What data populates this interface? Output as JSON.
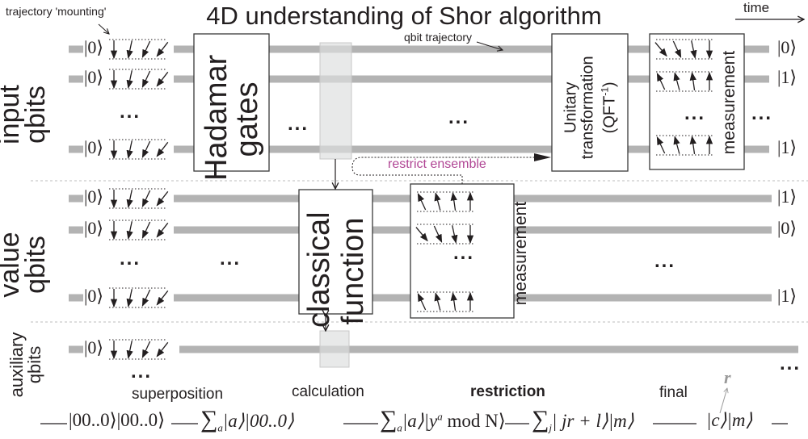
{
  "title": "4D understanding of Shor algorithm",
  "annotations": {
    "time": "time",
    "trajectory_mounting": "trajectory 'mounting'",
    "qbit_trajectory": "qbit trajectory",
    "restrict_ensemble": "restrict ensemble",
    "r_label": "r",
    "ellipsis": "..."
  },
  "registers": {
    "input": {
      "label_line1": "input",
      "label_line2": "qbits",
      "initial": [
        "|0⟩",
        "|0⟩",
        "|0⟩"
      ],
      "final": [
        "|0⟩",
        "|1⟩",
        "|1⟩"
      ]
    },
    "value": {
      "label_line1": "value",
      "label_line2": "qbits",
      "initial": [
        "|0⟩",
        "|0⟩",
        "|0⟩"
      ],
      "final": [
        "|1⟩",
        "|0⟩",
        "|1⟩"
      ]
    },
    "auxiliary": {
      "label_line1": "auxiliary",
      "label_line2": "qbits",
      "initial": [
        "|0⟩"
      ]
    }
  },
  "boxes": {
    "hadamard": {
      "line1": "Hadamar",
      "line2": "gates"
    },
    "classical": {
      "line1": "classical",
      "line2": "function"
    },
    "measurement_value": {
      "label": "measurement"
    },
    "unitary": {
      "line1": "Unitary",
      "line2": "transformation",
      "line3": "(QFT",
      "line3_sup": "-1",
      "line3_end": ")"
    },
    "measurement_input": {
      "label": "measurement"
    }
  },
  "stages": [
    {
      "label": "superposition",
      "bold": false
    },
    {
      "label": "calculation",
      "bold": false
    },
    {
      "label": "restriction",
      "bold": true
    },
    {
      "label": "final",
      "bold": false
    }
  ],
  "formulas": {
    "f1": "|00..0⟩|00..0⟩",
    "f2_sum": "∑",
    "f2_sub": "a",
    "f2_body": "|a⟩|00..0⟩",
    "f3_sum": "∑",
    "f3_sub": "a",
    "f3_body_a": "|a⟩|y",
    "f3_sup": "a",
    "f3_body_b": " mod N⟩",
    "f4_sum": "∑",
    "f4_sub": "j",
    "f4_body": "| jr + l⟩|m⟩",
    "f5": "|c⟩|m⟩"
  },
  "colors": {
    "wire": "#b3b3b3",
    "text": "#231f20",
    "accent_pink": "#b04594",
    "calc_column": "#e8e9e9",
    "divider": "#bdbdbd"
  }
}
